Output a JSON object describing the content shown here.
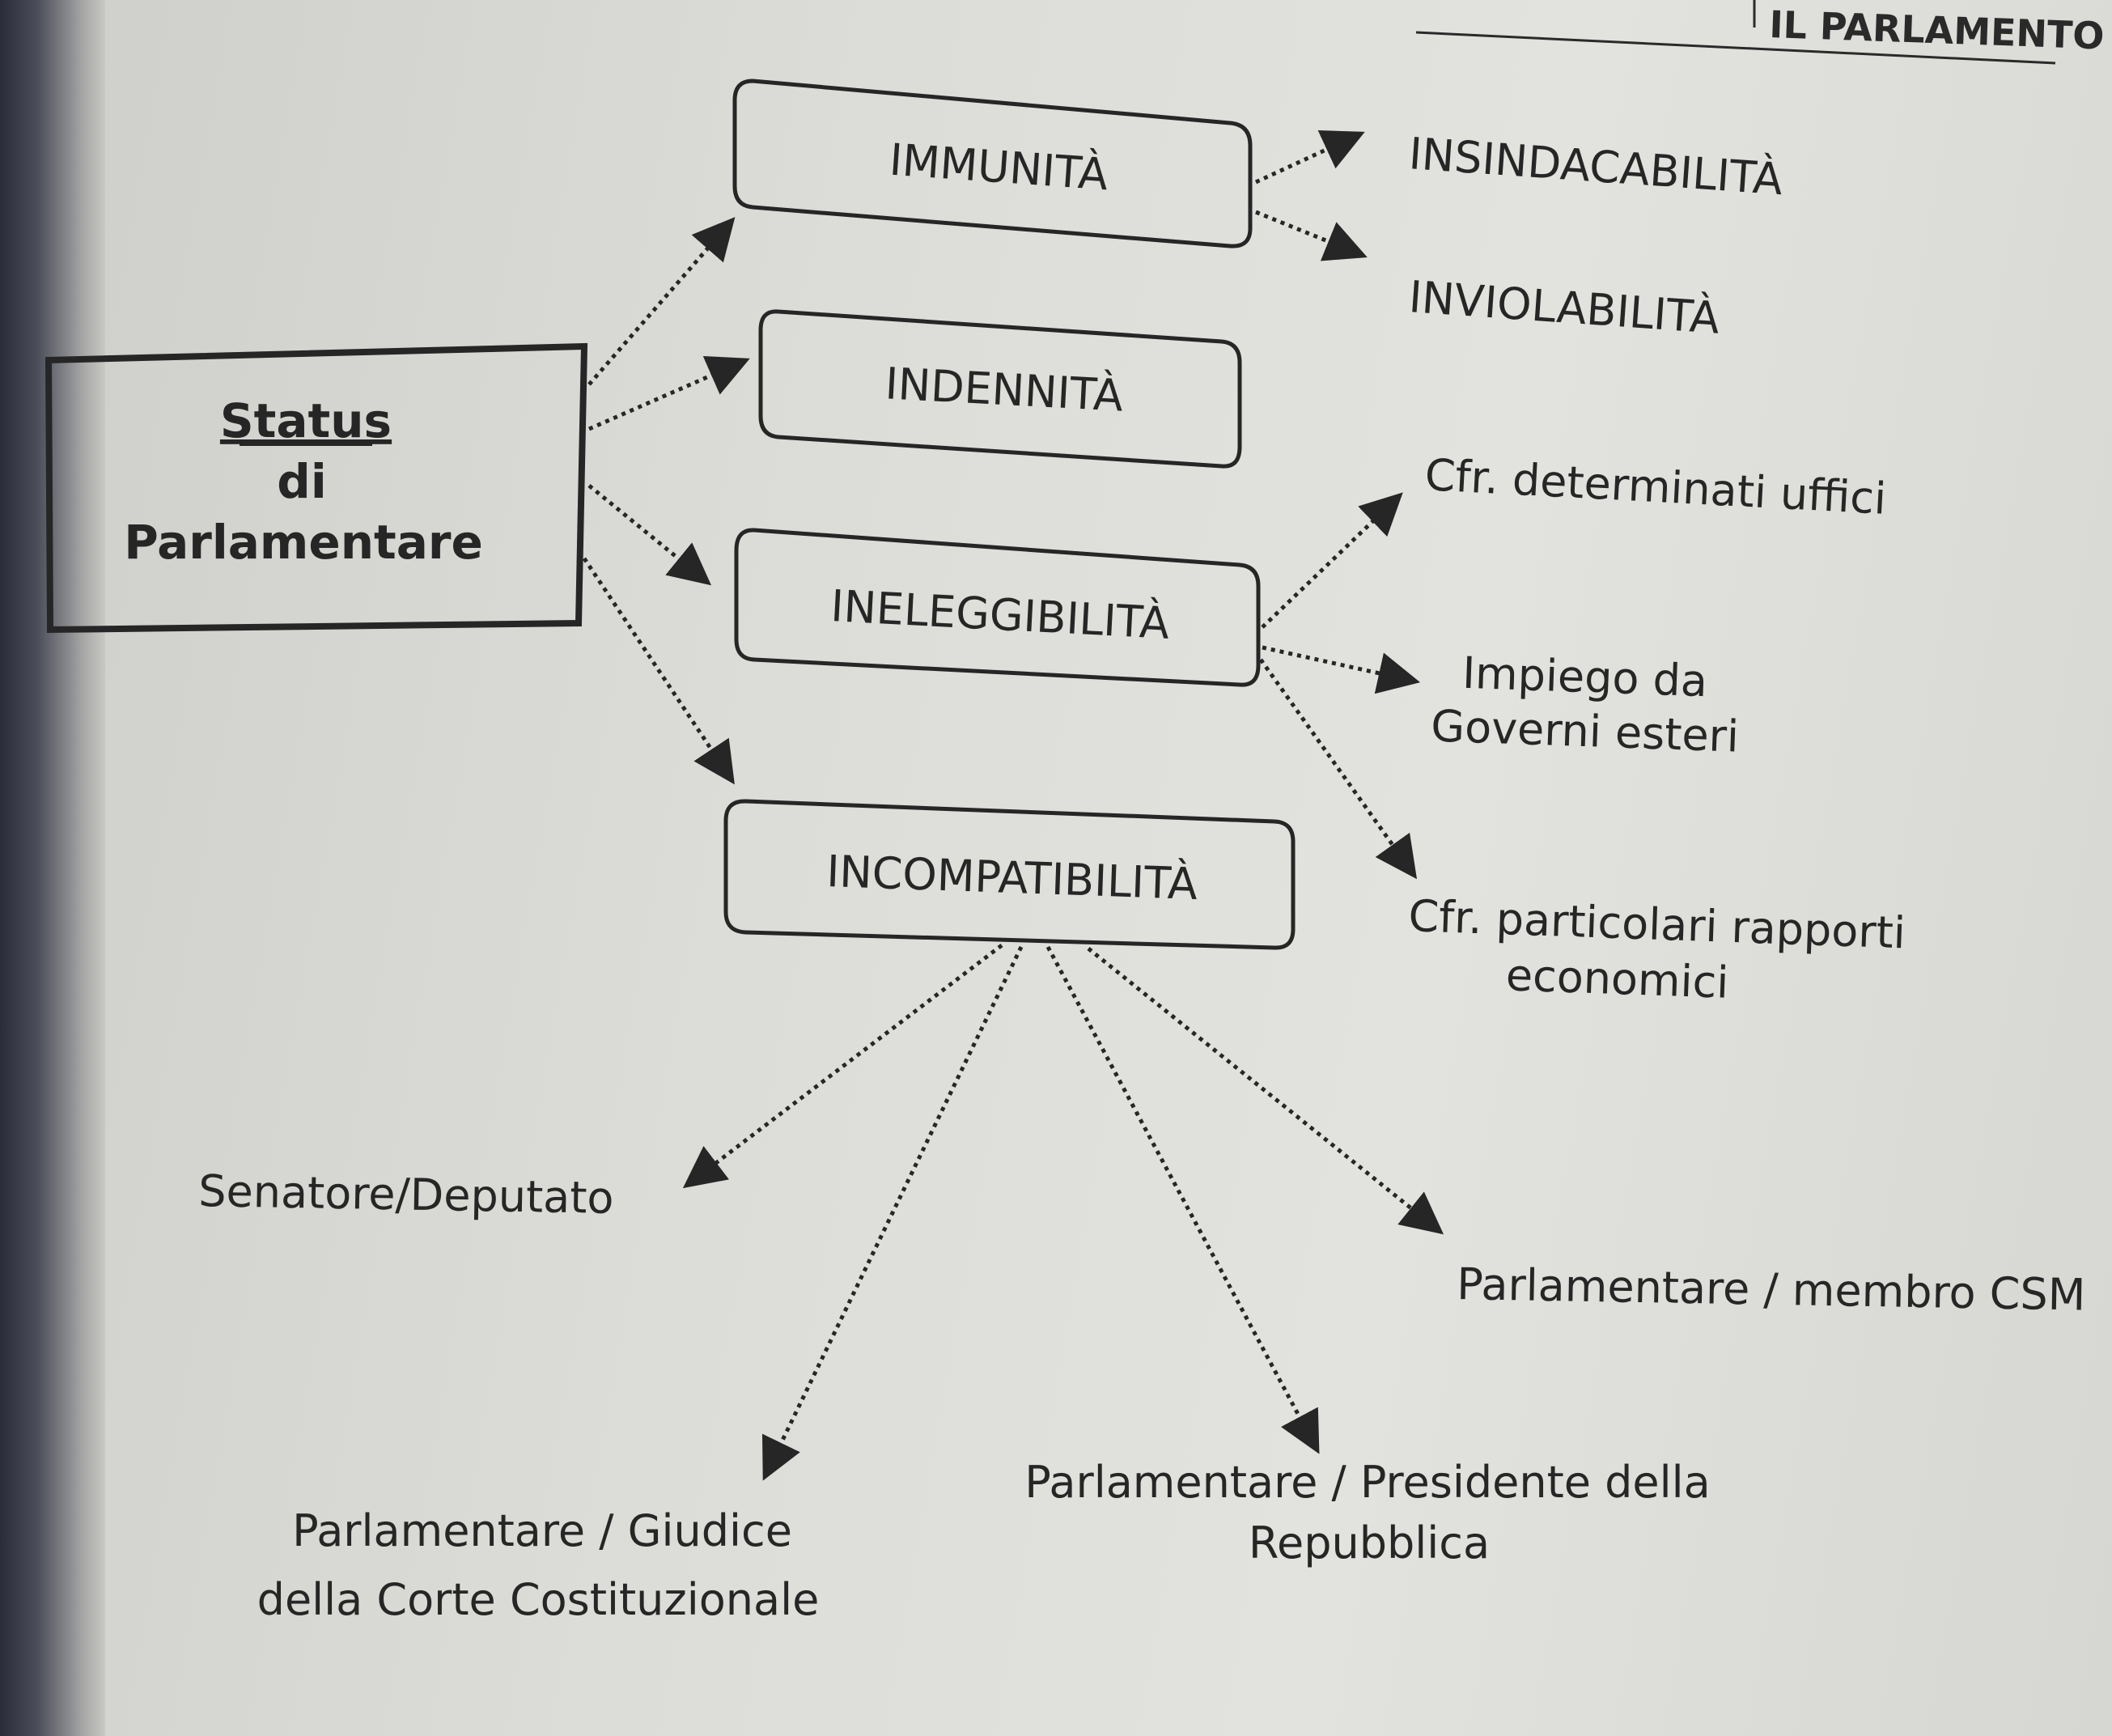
{
  "header": {
    "running_head": "IL PARLAMENTO"
  },
  "root": {
    "line1": "Status",
    "line2": "di",
    "line3": "Parlamentare"
  },
  "categories": {
    "immunita": "IMMUNITÀ",
    "indennita": "INDENNITÀ",
    "ineleggibilita": "INELEGGIBILITÀ",
    "incompatibilita": "INCOMPATIBILITÀ"
  },
  "immunita_items": {
    "insindacabilita": "INSINDACABILITÀ",
    "inviolabilita": "INVIOLABILITÀ"
  },
  "ineleggibilita_items": {
    "uffici": "Cfr. determinati uffici",
    "impiego_1": "Impiego da",
    "impiego_2": "Governi esteri",
    "rapporti_1": "Cfr. particolari rapporti",
    "rapporti_2": "economici"
  },
  "incompatibilita_items": {
    "senatore": "Senatore/Deputato",
    "csm": "Parlamentare / membro CSM",
    "presidente_1": "Parlamentare / Presidente della",
    "presidente_2": "Repubblica",
    "giudice_1": "Parlamentare / Giudice",
    "giudice_2": "della Corte Costituzionale"
  },
  "colors": {
    "ink": "#262626",
    "paper": "#dcdcd8"
  }
}
